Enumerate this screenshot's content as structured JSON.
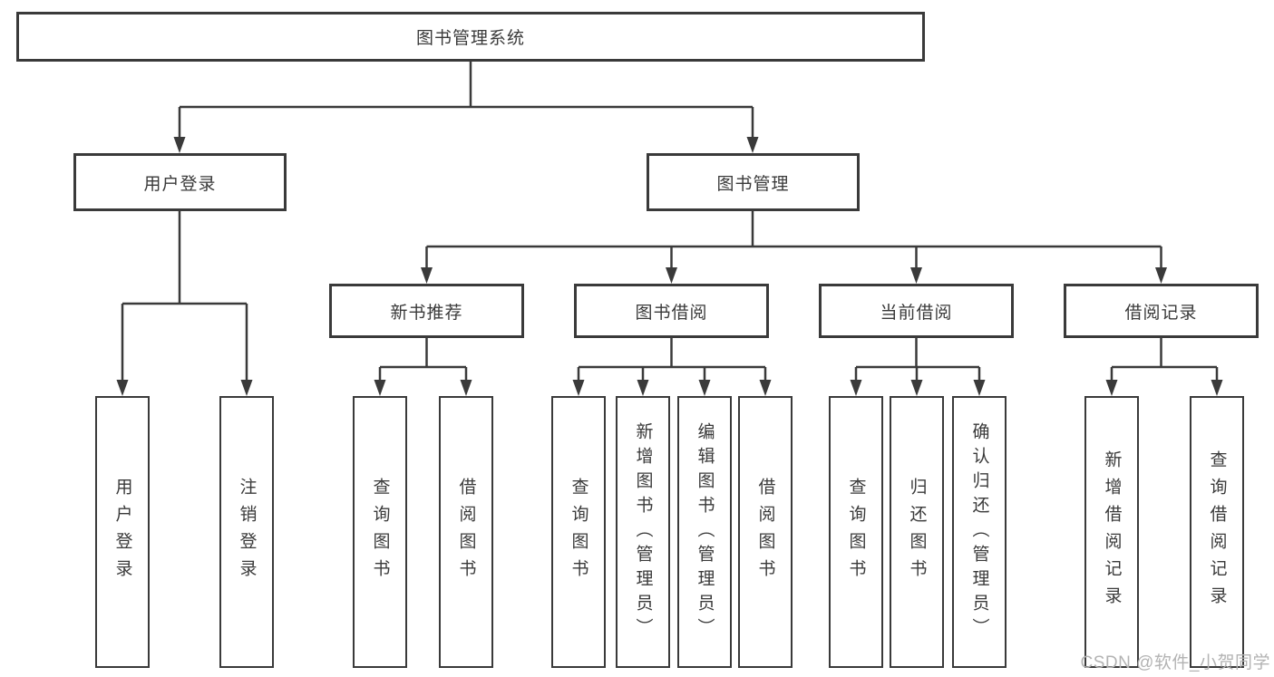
{
  "diagram": {
    "root": {
      "label": "图书管理系统"
    },
    "branches": [
      {
        "label": "用户登录",
        "children": [
          {
            "label": "用户登录"
          },
          {
            "label": "注销登录"
          }
        ]
      },
      {
        "label": "图书管理",
        "children": [
          {
            "label": "新书推荐",
            "children": [
              {
                "label": "查询图书"
              },
              {
                "label": "借阅图书"
              }
            ]
          },
          {
            "label": "图书借阅",
            "children": [
              {
                "label": "查询图书"
              },
              {
                "label": "新增图书（管理员）"
              },
              {
                "label": "编辑图书（管理员）"
              },
              {
                "label": "借阅图书"
              }
            ]
          },
          {
            "label": "当前借阅",
            "children": [
              {
                "label": "查询图书"
              },
              {
                "label": "归还图书"
              },
              {
                "label": "确认归还（管理员）"
              }
            ]
          },
          {
            "label": "借阅记录",
            "children": [
              {
                "label": "新增借阅记录"
              },
              {
                "label": "查询借阅记录"
              }
            ]
          }
        ]
      }
    ]
  },
  "watermark": {
    "text": "CSDN @软件_小贺同学"
  },
  "colors": {
    "line": "#3a3a3a",
    "box_border": "#3a3a3a",
    "text": "#3a3a3a",
    "watermark": "#b3b3b3",
    "background": "#ffffff"
  }
}
